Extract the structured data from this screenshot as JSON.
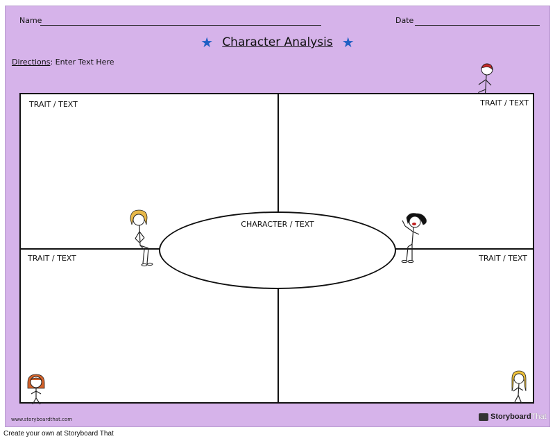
{
  "header": {
    "name_label": "Name",
    "date_label": "Date"
  },
  "title": "Character Analysis",
  "directions": {
    "label": "Directions",
    "text": ": Enter Text Here"
  },
  "quadrants": {
    "top_left": "TRAIT / TEXT",
    "top_right": "TRAIT / TEXT",
    "bottom_left": "TRAIT / TEXT",
    "bottom_right": "TRAIT / TEXT"
  },
  "center_label": "CHARACTER / TEXT",
  "watermark": "www.storyboardthat.com",
  "logo": {
    "part1": "Storyboard",
    "part2": "That"
  },
  "footer": "Create your own at Storyboard That",
  "colors": {
    "background": "#d6b3ea",
    "star": "#1f5fc4"
  },
  "icons": [
    "star-icon",
    "stick-figure-character",
    "storyboard-logo-icon"
  ]
}
